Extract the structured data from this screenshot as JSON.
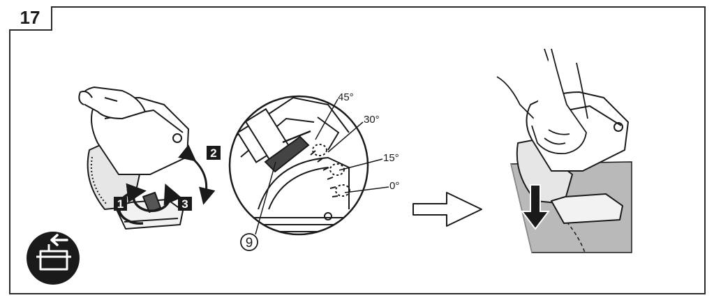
{
  "figure": {
    "number": "17"
  },
  "steps": [
    "1",
    "2",
    "3"
  ],
  "angle_scale": {
    "labels": [
      "45°",
      "30°",
      "15°",
      "0°"
    ]
  },
  "callout": {
    "number": "9"
  },
  "colors": {
    "ink": "#1a1a1a",
    "step_box": "#1a1a1a",
    "surface": "#b9b9b9",
    "surface_dark": "#8e8e8e"
  },
  "icons": [
    "circular-saw-icon",
    "battery-remove-icon",
    "arrow-right-icon",
    "push-down-arrow-icon"
  ]
}
